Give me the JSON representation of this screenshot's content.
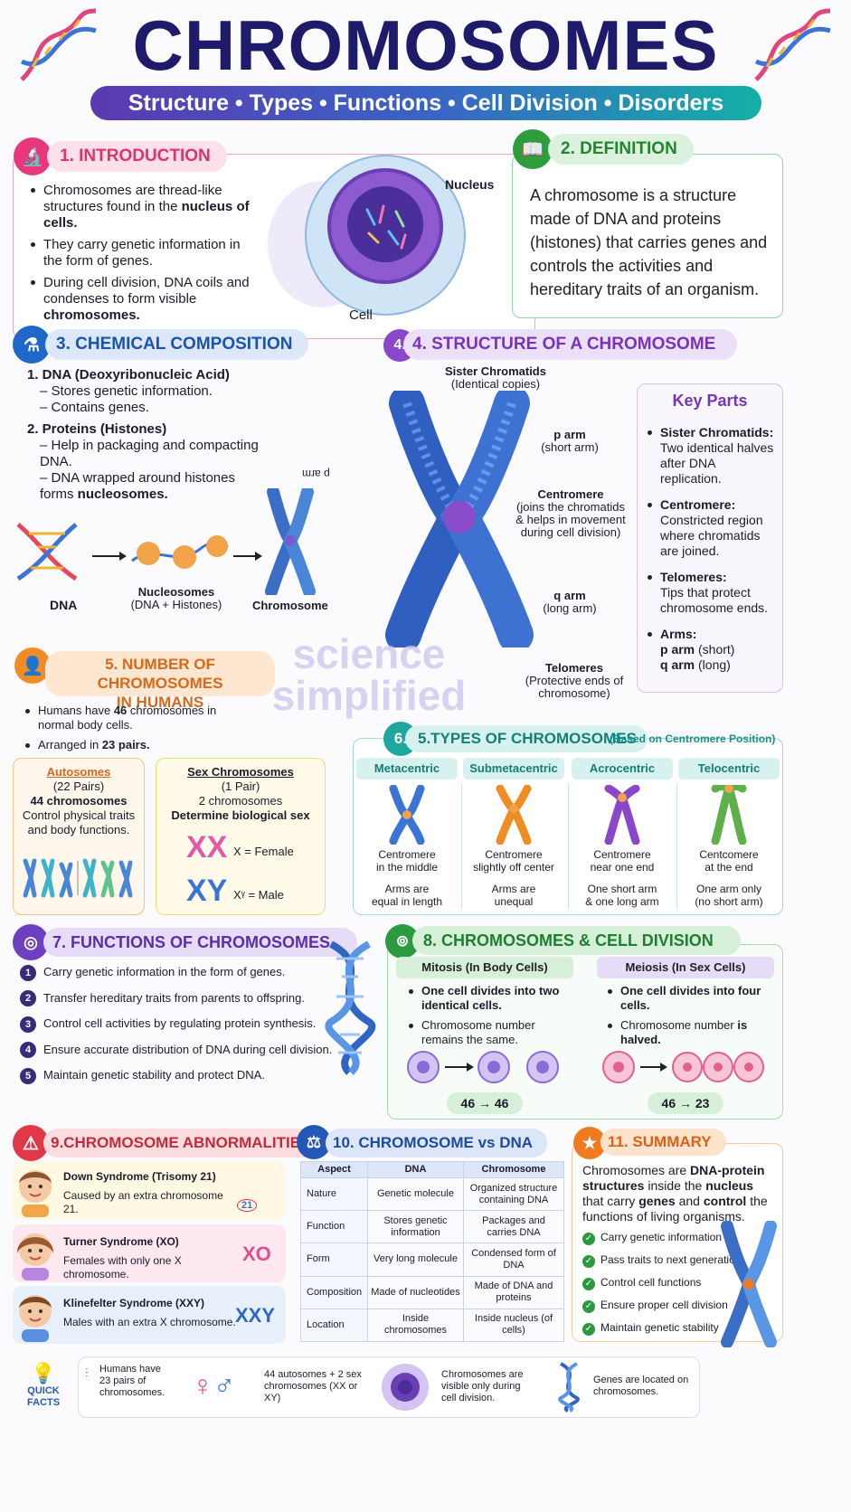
{
  "title": "CHROMOSOMES",
  "subtitle": "Structure • Types • Functions • Cell Division • Disorders",
  "intro": {
    "heading": "1. INTRODUCTION",
    "p1a": "Chromosomes are thread-like structures found in the ",
    "p1b": "nucleus of cells.",
    "p2": "They carry genetic information in the form of genes.",
    "p3a": "During cell division, DNA coils and condenses to form visible ",
    "p3b": "chromosomes.",
    "nucleus_label": "Nucleus",
    "cell_label": "Cell"
  },
  "definition": {
    "heading": "2. DEFINITION",
    "text": "A chromosome is a structure made of DNA and proteins (histones) that carries genes and controls the activities and hereditary traits of an organism."
  },
  "chemical": {
    "heading": "3. CHEMICAL COMPOSITION",
    "dna_title": "1. DNA (Deoxyribonucleic Acid)",
    "dna_1": "– Stores genetic information.",
    "dna_2": "– Contains genes.",
    "prot_title": "2. Proteins (Histones)",
    "prot_1": "– Help in packaging and compacting DNA.",
    "prot_2a": "– DNA wrapped around histones forms ",
    "prot_2b": "nucleosomes.",
    "arm_label": "p arm",
    "flow_dna": "DNA",
    "flow_nuc": "Nucleosomes",
    "flow_nuc_sub": "(DNA + Histones)",
    "flow_chr": "Chromosome"
  },
  "structure": {
    "heading": "4. STRUCTURE OF A CHROMOSOME",
    "sister": "Sister Chromatids",
    "sister_sub": "(Identical copies)",
    "parm": "p arm",
    "parm_sub": "(short arm)",
    "centromere": "Centromere",
    "centromere_sub": "(joins the chromatids & helps in movement during cell division)",
    "qarm": "q arm",
    "qarm_sub": "(long arm)",
    "telomeres": "Telomeres",
    "telomeres_sub": "(Protective ends of chromosome)",
    "key_title": "Key Parts",
    "k1_t": "Sister Chromatids:",
    "k1_d": "Two identical halves after DNA replication.",
    "k2_t": "Centromere:",
    "k2_d": "Constricted region where chromatids are joined.",
    "k3_t": "Telomeres:",
    "k3_d": "Tips that protect chromosome ends.",
    "k4_t": "Arms:",
    "k4_p": "p arm",
    "k4_ps": " (short)",
    "k4_q": "q arm",
    "k4_qs": " (long)"
  },
  "watermark": {
    "l1": "science",
    "l2": "simplified"
  },
  "number": {
    "heading_1": "5. NUMBER OF CHROMOSOMES",
    "heading_2": "IN HUMANS",
    "b1a": "Humans have ",
    "b1b": "46",
    "b1c": " chromosomes in normal body cells.",
    "b2a": "Arranged in ",
    "b2b": "23 pairs.",
    "auto_t": "Autosomes",
    "auto_p": "(22 Pairs)",
    "auto_n": "44 chromosomes",
    "auto_d": "Control physical traits and body functions.",
    "sex_t": "Sex Chromosomes",
    "sex_p": "(1 Pair)",
    "sex_n": "2 chromosomes",
    "sex_d": "Determine biological sex",
    "xx": "XX",
    "xx_l": "X = Female",
    "xy": "XY",
    "xy_l": "Xᵞ = Male"
  },
  "types": {
    "badge": "6.",
    "heading": "5.TYPES OF CHROMOSOMES",
    "heading_note": "(Based on Centromere Position)",
    "cols": [
      {
        "name": "Metacentric",
        "c1": "Centromere",
        "c2": "in the middle",
        "d1": "Arms are",
        "d2": "equal in length"
      },
      {
        "name": "Submetacentric",
        "c1": "Centromere",
        "c2": "slightly off center",
        "d1": "Arms are",
        "d2": "unequal"
      },
      {
        "name": "Acrocentric",
        "c1": "Centromere",
        "c2": "near one end",
        "d1": "One short arm",
        "d2": "& one long arm"
      },
      {
        "name": "Telocentric",
        "c1": "Centcomere",
        "c2": "at the end",
        "d1": "One arm only",
        "d2": "(no short arm)"
      }
    ]
  },
  "functions": {
    "heading": "7. FUNCTIONS OF CHROMOSOMES",
    "items": [
      "Carry genetic information in the form of genes.",
      "Transfer hereditary traits from parents to offspring.",
      "Control cell activities by regulating protein synthesis.",
      "Ensure accurate distribution of DNA during cell division.",
      "Maintain genetic stability and protect DNA."
    ],
    "nums": [
      "1",
      "2",
      "3",
      "4",
      "5"
    ]
  },
  "division": {
    "heading": "8. CHROMOSOMES & CELL DIVISION",
    "mit_t": "Mitosis (In Body Cells)",
    "mit_1": "One cell divides into two identical cells.",
    "mit_2": "Chromosome number remains the same.",
    "mit_r": "46 → 46",
    "mei_t": "Meiosis (In Sex Cells)",
    "mei_1": "One cell divides into four cells.",
    "mei_2a": "Chromosome number ",
    "mei_2b": "is halved.",
    "mei_r": "46 → 23"
  },
  "abnorm": {
    "heading": "9.CHROMOSOME ABNORMALITIES",
    "a1_t": "Down Syndrome (Trisomy 21)",
    "a1_d": "Caused by an extra chromosome 21.",
    "a1_k": "21",
    "a2_t": "Turner Syndrome (XO)",
    "a2_d": "Females with only one X chromosome.",
    "a2_k": "XO",
    "a3_t": "Klinefelter Syndrome (XXY)",
    "a3_d": "Males with an extra X chromosome.",
    "a3_k": "XXY"
  },
  "versus": {
    "heading": "10. CHROMOSOME vs DNA",
    "h_aspect": "Aspect",
    "h_dna": "DNA",
    "h_chr": "Chromosome",
    "rows": [
      {
        "a": "Nature",
        "d": "Genetic molecule",
        "c": "Organized structure containing DNA"
      },
      {
        "a": "Function",
        "d": "Stores genetic information",
        "c": "Packages and carries DNA"
      },
      {
        "a": "Form",
        "d": "Very long molecule",
        "c": "Condensed form of DNA"
      },
      {
        "a": "Composition",
        "d": "Made of nucleotides",
        "c": "Made of DNA and proteins"
      },
      {
        "a": "Location",
        "d": "Inside chromosomes",
        "c": "Inside nucleus (of cells)"
      }
    ]
  },
  "summary": {
    "heading": "11. SUMMARY",
    "p_a": "Chromosomes are ",
    "p_b": "DNA-protein structures",
    "p_c": " inside the ",
    "p_d": "nucleus",
    "p_e": " that carry ",
    "p_f": "genes",
    "p_g": " and ",
    "p_h": "control",
    "p_i": " the functions of living organisms.",
    "items": [
      "Carry genetic information",
      "Pass traits to next generation",
      "Control cell functions",
      "Ensure proper cell division",
      "Maintain genetic stability"
    ]
  },
  "facts": {
    "label": "QUICK FACTS",
    "f1": "Humans have 23 pairs of chromosomes.",
    "f2": "44 autosomes + 2 sex chromosomes (XX or XY)",
    "f3": "Chromosomes are visible only during cell division.",
    "f4": "Genes are located on chromosomes."
  },
  "colors": {
    "title": "#1e1b6b",
    "banner_from": "#5b3ab0",
    "banner_to": "#13b0a6",
    "intro": "#e8377a",
    "definition": "#2e9d3c",
    "chemical": "#1f68c9",
    "structure": "#8a47c9",
    "number": "#f08c26",
    "types": "#1ea6a0",
    "functions": "#6e3fc0",
    "division": "#2b9a3f",
    "abnorm": "#e03848",
    "versus": "#2458b8",
    "summary": "#f07a1e"
  }
}
